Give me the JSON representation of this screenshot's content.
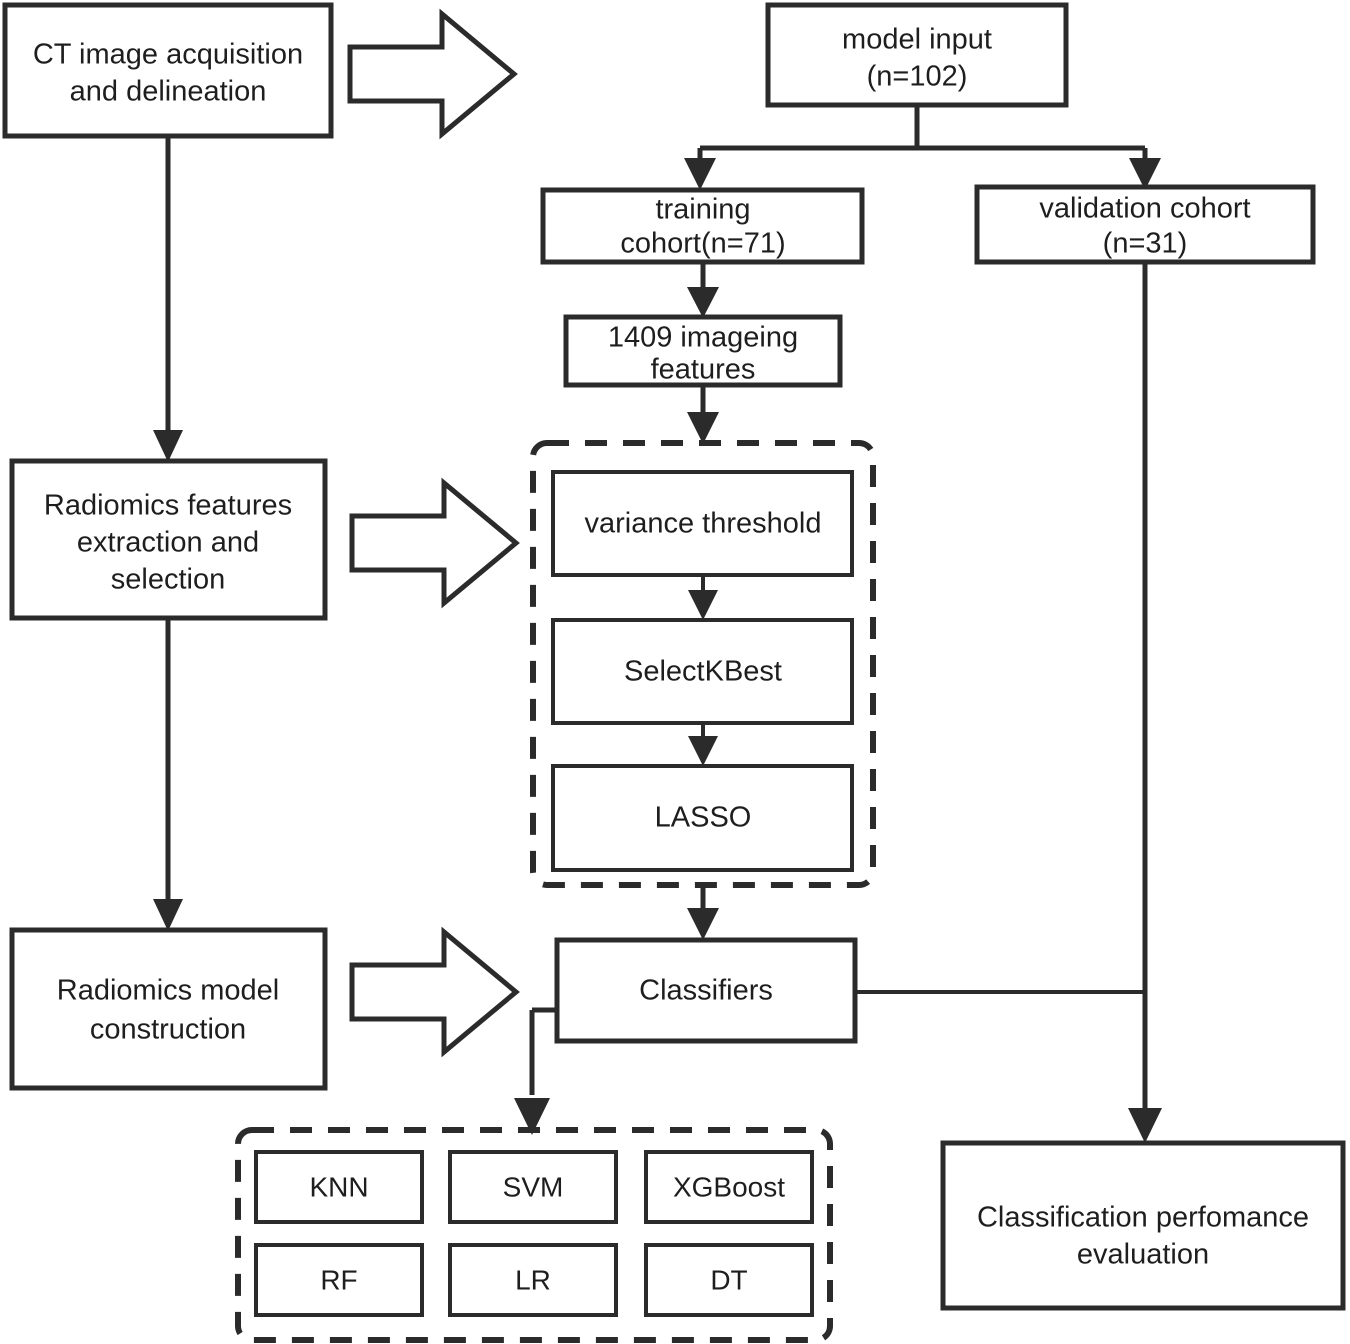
{
  "diagram": {
    "title": "Radiomics workflow flowchart",
    "colors": {
      "stroke": "#2b2b2b",
      "text": "#1e1e1e",
      "background": "#ffffff"
    },
    "stages": {
      "acquisition": {
        "line1": "CT image acquisition",
        "line2": "and delineation"
      },
      "feature_extraction": {
        "line1": "Radiomics features",
        "line2": "extraction and",
        "line3": "selection"
      },
      "model_construction": {
        "line1": "Radiomics model",
        "line2": "construction"
      }
    },
    "cohorts": {
      "model_input": {
        "line1": "model input",
        "line2": "(n=102)",
        "n": 102
      },
      "training": {
        "line1": "training",
        "line2": "cohort(n=71)",
        "n": 71
      },
      "validation": {
        "line1": "validation cohort",
        "line2": "(n=31)",
        "n": 31
      }
    },
    "features": {
      "line1": "1409 imageing",
      "line2": "features",
      "count": 1409
    },
    "selection_steps": [
      {
        "label": "variance threshold"
      },
      {
        "label": "SelectKBest"
      },
      {
        "label": "LASSO"
      }
    ],
    "classifiers_box": {
      "label": "Classifiers"
    },
    "classifiers": [
      {
        "label": "KNN"
      },
      {
        "label": "SVM"
      },
      {
        "label": "XGBoost"
      },
      {
        "label": "RF"
      },
      {
        "label": "LR"
      },
      {
        "label": "DT"
      }
    ],
    "evaluation": {
      "line1": "Classification perfomance",
      "line2": "evaluation"
    }
  }
}
